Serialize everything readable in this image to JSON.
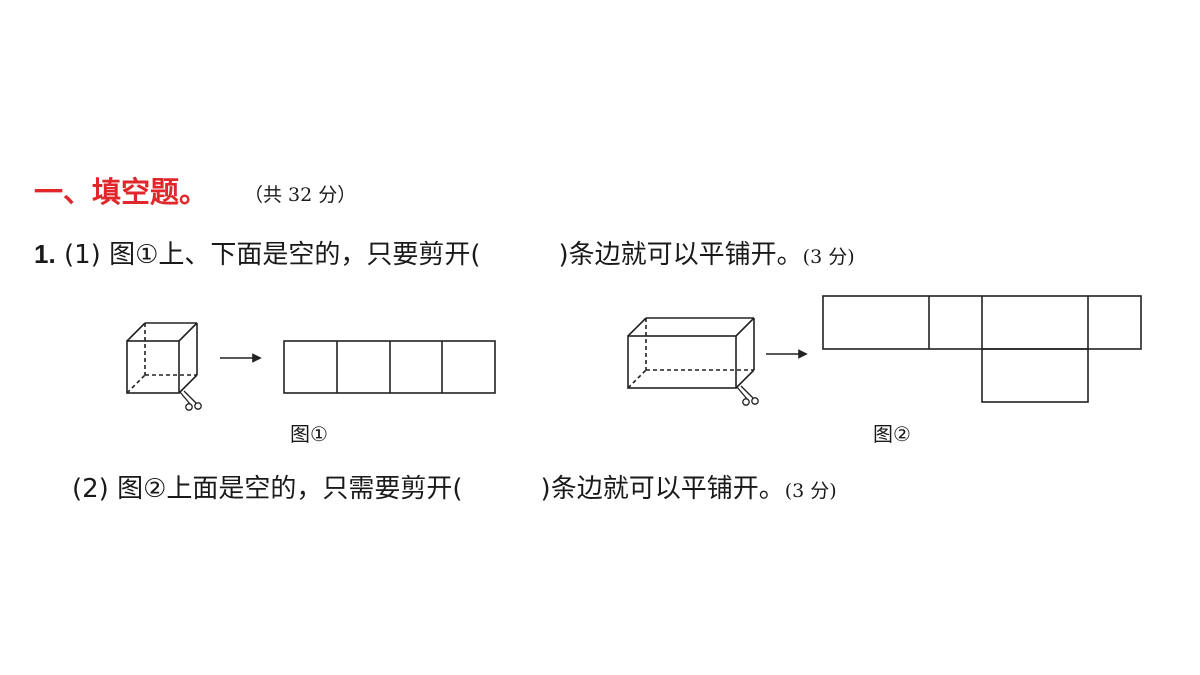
{
  "section": {
    "title": "一、填空题。",
    "meta": "（共 32 分）"
  },
  "question1": {
    "number": "1",
    "dot": ".",
    "part1": {
      "prefix": "(1) 图①上、下面是空的，只要剪开(",
      "suffix": ")条边就可以平铺开。",
      "score": "(3 分)"
    },
    "part2": {
      "prefix": "(2) 图②上面是空的，只需要剪开(",
      "suffix": ")条边就可以平铺开。",
      "score": "(3 分)"
    }
  },
  "figures": {
    "fig1_caption": "图①",
    "fig2_caption": "图②",
    "scissors_icon": "scissors-icon",
    "arrow_icon": "arrow-right-icon"
  },
  "colors": {
    "section_title": "#e0282c",
    "text": "#1a1a1a",
    "line": "#222222"
  }
}
